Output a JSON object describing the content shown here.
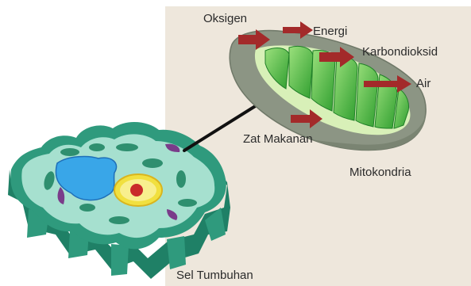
{
  "labels": {
    "oxygen": "Oksigen",
    "energy": "Energi",
    "carbon_dioxide": "Karbondioksid",
    "water": "Air",
    "food": "Zat Makanan",
    "mitochondria": "Mitokondria",
    "plant_cell": "Sel Tumbuhan"
  },
  "colors": {
    "background_panel": "#eee7dc",
    "arrow": "#a32a2a",
    "cell_wall": "#2f9a7d",
    "cytoplasm": "#a6e0cf",
    "vacuole": "#39a6e8",
    "nucleus_ring": "#f1e03f",
    "nucleolus": "#c92a2a",
    "mito_outer": "#8c9584",
    "mito_cristae": "#3fbf3a",
    "connector": "#111111"
  }
}
